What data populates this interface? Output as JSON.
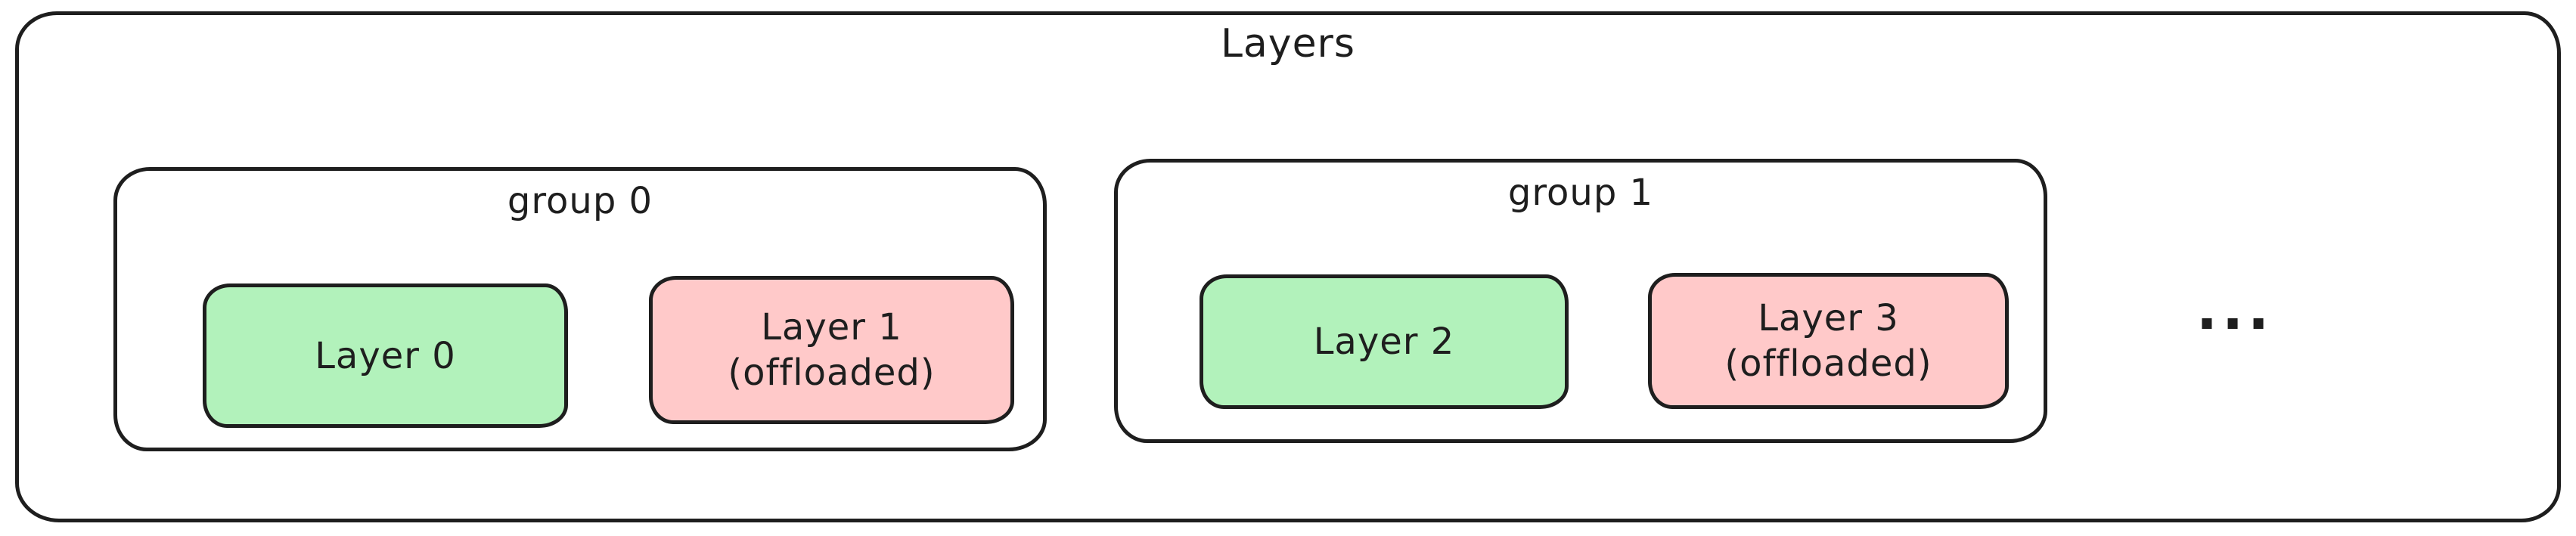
{
  "diagram": {
    "title": "Layers",
    "ellipsis": "...",
    "groups": [
      {
        "label": "group 0",
        "layers": [
          {
            "name": "Layer 0",
            "fill": "#b2f2bb"
          },
          {
            "name": "Layer 1",
            "sub": "(offloaded)",
            "fill": "#ffc9c9"
          }
        ]
      },
      {
        "label": "group 1",
        "layers": [
          {
            "name": "Layer 2",
            "fill": "#b2f2bb"
          },
          {
            "name": "Layer 3",
            "sub": "(offloaded)",
            "fill": "#ffc9c9"
          }
        ]
      }
    ],
    "colors": {
      "stroke": "#1e1e1e",
      "resident_fill": "#b2f2bb",
      "offloaded_fill": "#ffc9c9",
      "background": "#ffffff"
    }
  }
}
